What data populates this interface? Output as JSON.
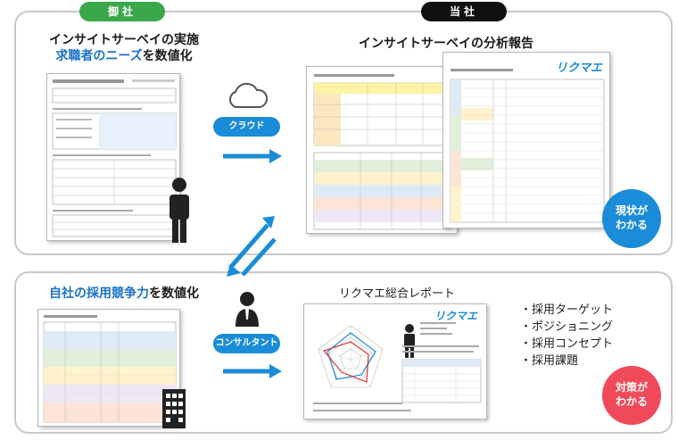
{
  "tags": {
    "client": "御社",
    "us": "当社"
  },
  "top": {
    "left_title_line1": "インサイトサーベイの実施",
    "left_title_line2_blue": "求職者のニーズ",
    "left_title_line2_rest": "を数値化",
    "right_title": "インサイトサーベイの分析報告",
    "cloud_label": "クラウド",
    "badge": "現状が\nわかる",
    "report_brand": "リクマエ"
  },
  "bottom": {
    "left_title_blue": "自社の採用競争力",
    "left_title_rest": "を数値化",
    "consultant_label": "コンサルタント",
    "report_title": "リクマエ総合レポート",
    "report_brand": "リクマエ",
    "bullets": [
      "・採用ターゲット",
      "・ポジショニング",
      "・採用コンセプト",
      "・採用課題"
    ],
    "badge": "対策が\nわかる"
  },
  "colors": {
    "blue": "#1a8cd8",
    "green": "#3aa84a",
    "red": "#f04a5a",
    "heading_blue": "#1a73c9"
  }
}
